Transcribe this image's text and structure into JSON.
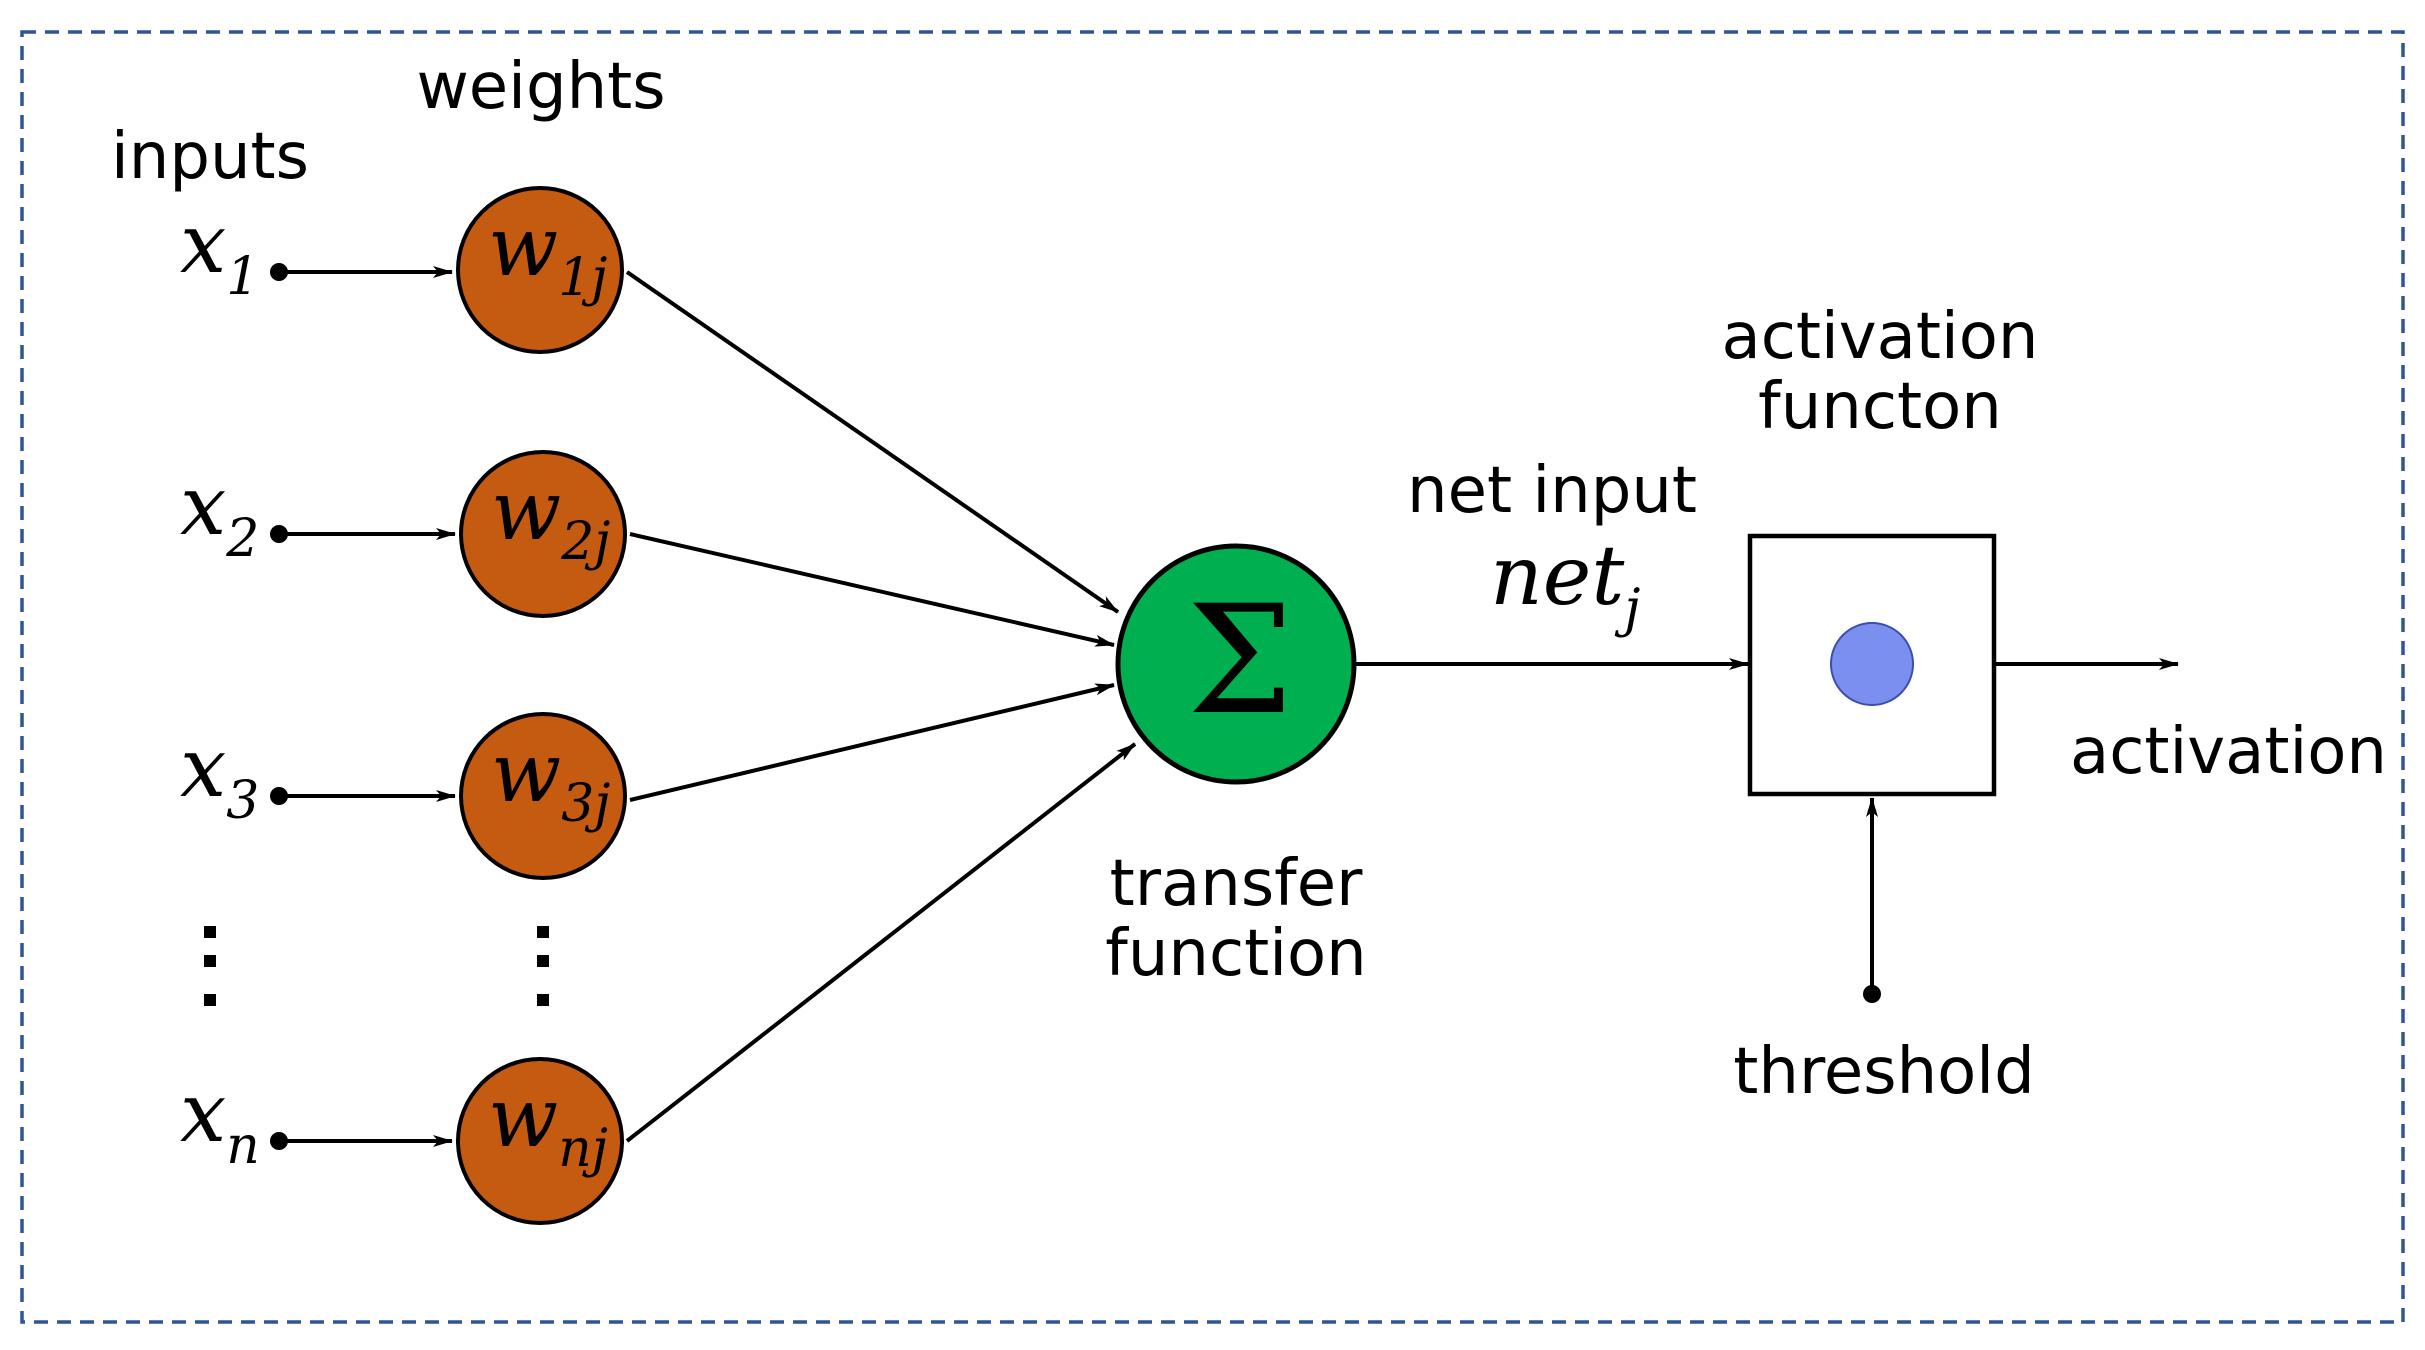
{
  "labels": {
    "inputs": "inputs",
    "weights": "weights",
    "transfer_function_line1": "transfer",
    "transfer_function_line2": "function",
    "net_input": "net input",
    "activation_function_line1": "activation",
    "activation_function_line2": "functon",
    "activation": "activation",
    "threshold": "threshold"
  },
  "inputs": [
    {
      "base": "x",
      "sub": "1"
    },
    {
      "base": "x",
      "sub": "2"
    },
    {
      "base": "x",
      "sub": "3"
    },
    {
      "base": "x",
      "sub": "n"
    }
  ],
  "weights": [
    {
      "base": "w",
      "sub": "1j"
    },
    {
      "base": "w",
      "sub": "2j"
    },
    {
      "base": "w",
      "sub": "3j"
    },
    {
      "base": "w",
      "sub": "nj"
    }
  ],
  "sum_symbol": "Σ",
  "net_var": {
    "base": "net",
    "sub": "j"
  },
  "colors": {
    "weight_node": "#c55a11",
    "sum_node": "#00b050",
    "activation_dot": "#7b8ff0",
    "frame": "#2f5597"
  }
}
